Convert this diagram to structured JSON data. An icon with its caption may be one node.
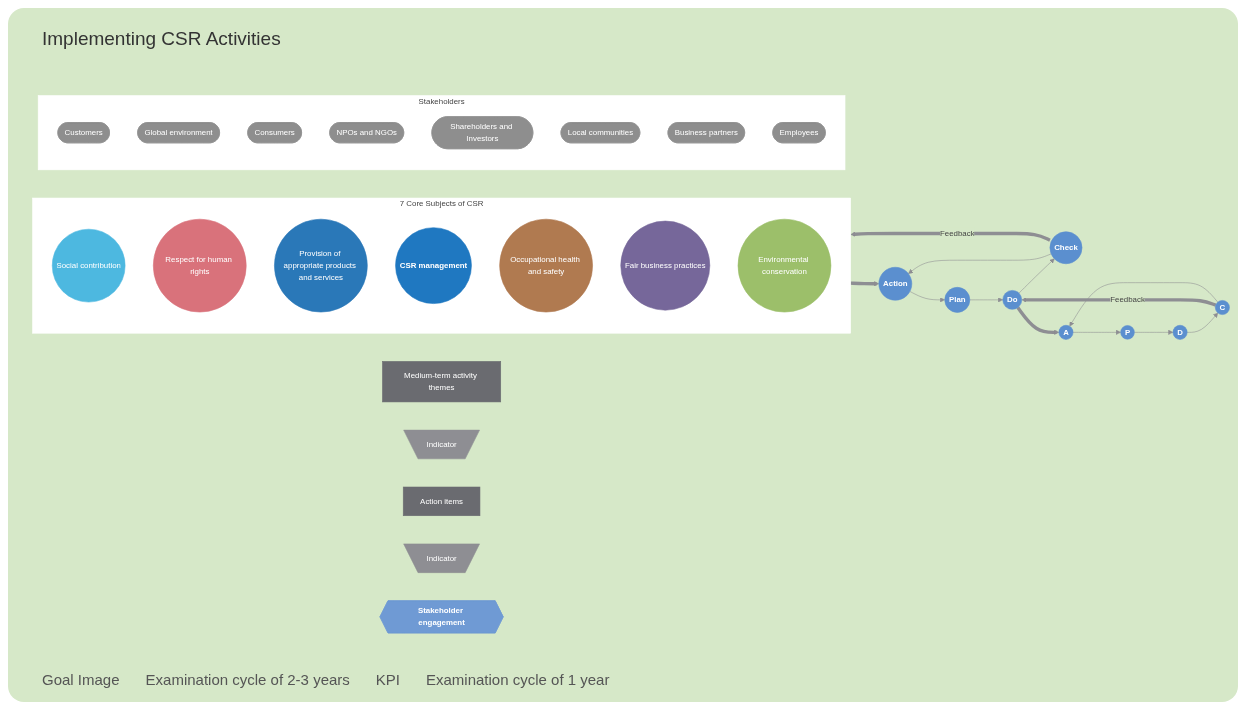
{
  "diagram": {
    "title": "Implementing CSR Activities",
    "nodes": [
      {
        "text": [
          "7 Core Subjects of CSR"
        ]
      },
      {
        "text": [
          "Social contribution"
        ],
        "in": 0
      },
      {
        "text": [
          "Respect for human rights"
        ],
        "in": 0
      },
      {
        "text": [
          "Provision of appropriate products and services"
        ],
        "in": 0
      },
      {
        "text": [
          "CSR management"
        ],
        "in": 0
      },
      {
        "text": [
          "Occupational health and safety"
        ],
        "in": 0
      },
      {
        "text": [
          "Fair business practices"
        ],
        "in": 0
      },
      {
        "text": [
          "Environmental conservation"
        ],
        "in": 0
      },
      {
        "text": [
          "Medium-term activity themes"
        ]
      },
      {
        "text": [
          "Indicator"
        ]
      },
      {
        "text": [
          "Plan"
        ]
      },
      {
        "text": [
          "Action"
        ]
      },
      {
        "text": [
          "Do"
        ]
      },
      {
        "text": [
          "Check"
        ]
      },
      {
        "text": [
          "Action items"
        ]
      },
      {
        "text": [
          "Indicator"
        ]
      },
      {
        "text": [
          "P"
        ]
      },
      {
        "text": [
          "A"
        ]
      },
      {
        "text": [
          "D"
        ]
      },
      {
        "text": [
          "C"
        ]
      },
      {
        "text": [
          "Stakeholder engagement"
        ]
      },
      {
        "text": [
          "Stakeholders"
        ]
      },
      {
        "text": [
          "Customers"
        ],
        "in": 21
      },
      {
        "text": [
          "Global environment"
        ],
        "in": 21
      },
      {
        "text": [
          "Consumers"
        ],
        "in": 21
      },
      {
        "text": [
          "NPOs and NGOs"
        ],
        "in": 21
      },
      {
        "text": [
          "Shareholders and Investors"
        ],
        "in": 21
      },
      {
        "text": [
          "Local communities"
        ],
        "in": 21
      },
      {
        "text": [
          "Business partners"
        ],
        "in": 21
      },
      {
        "text": [
          "Employees"
        ],
        "in": 21
      }
    ],
    "edges": [
      {
        "from": 0,
        "to": 11,
        "arrow": "to",
        "style": "thick"
      },
      {
        "from": 13,
        "to": 0,
        "arrow": "to",
        "label": "Feedback",
        "style": "thick"
      },
      {
        "from": 10,
        "to": 12,
        "arrow": "to"
      },
      {
        "from": 12,
        "to": 13,
        "arrow": "to"
      },
      {
        "from": 13,
        "to": 11,
        "arrow": "to"
      },
      {
        "from": 11,
        "to": 10,
        "arrow": "to"
      },
      {
        "from": 12,
        "to": 17,
        "arrow": "to",
        "style": "thick"
      },
      {
        "from": 19,
        "to": 12,
        "arrow": "to",
        "label": "Feedback",
        "style": "thick"
      },
      {
        "from": 16,
        "to": 18,
        "arrow": "to"
      },
      {
        "from": 18,
        "to": 19,
        "arrow": "to"
      },
      {
        "from": 19,
        "to": 17,
        "arrow": "to"
      },
      {
        "from": 17,
        "to": 16,
        "arrow": "to"
      }
    ],
    "labels": [
      "Goal Image",
      "Examination cycle of 2-3 years",
      "KPI",
      "Examination cycle of 1 year"
    ]
  }
}
